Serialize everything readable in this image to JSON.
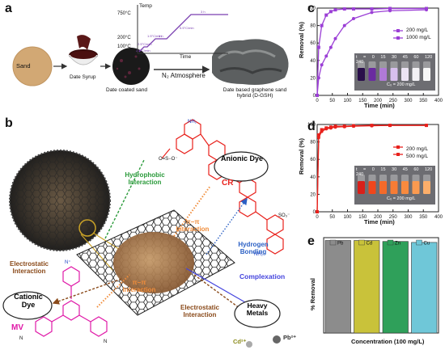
{
  "panels": {
    "a": "a",
    "b": "b",
    "c": "c",
    "d": "d",
    "e": "e"
  },
  "panel_a": {
    "sand": "Sand",
    "date_syrup": "Date Syrup",
    "date_coated_sand": "Date coated sand",
    "atmosphere": "N₂ Atmosphere",
    "product": "Date based graphene sand hybrid (D-GSH)",
    "temp_axis": "Temp",
    "time_axis": "Time",
    "temp_ticks": [
      "750°C",
      "200°C",
      "100°C"
    ],
    "ramp_labels": [
      "2.5°C/min",
      "2.5°C/min",
      "1.5°C/min",
      "1 h",
      "5.5°C/min",
      "3 h"
    ]
  },
  "panel_b": {
    "anionic_dye": "Anionic Dye",
    "cationic_dye": "Cationic Dye",
    "heavy_metals": "Heavy Metals",
    "cr": "CR",
    "mv": "MV",
    "hydrophobic": "Hydrophobic Interaction",
    "pi_pi_top": "π−π Interaction",
    "hydrogen_bonding": "Hydrogen Bonding",
    "complexation": "Complexation",
    "electrostatic_left": "Electrostatic Interaction",
    "pi_pi_bottom": "π−π Interaction",
    "electrostatic_bottom": "Electrostatic Interaction",
    "cd": "Cd²⁺",
    "pb": "Pb²⁺"
  },
  "colors": {
    "purple": "#9b3fd6",
    "red": "#e8211c",
    "hydrophobic_green": "#2a9a3a",
    "pi_orange": "#f08c3a",
    "hydrogen_blue": "#2a5fc4",
    "complexation_blue": "#4444dd",
    "electrostatic_brown": "#8a4a1a",
    "mv_magenta": "#e01aa8",
    "bar_pb": "#8c8c8c",
    "bar_cd": "#c9c23a",
    "bar_zn": "#2fa05a",
    "bar_cu": "#6fc7d8"
  },
  "chart_data": [
    {
      "id": "c",
      "type": "line",
      "xlabel": "Time (min)",
      "ylabel": "Removal (%)",
      "xlim": [
        0,
        400
      ],
      "ylim": [
        0,
        100
      ],
      "xticks": [
        0,
        50,
        100,
        150,
        200,
        250,
        300,
        350,
        400
      ],
      "yticks": [
        0,
        20,
        40,
        60,
        80,
        100
      ],
      "series": [
        {
          "name": "200 mg/L",
          "x": [
            0,
            5,
            15,
            30,
            45,
            60,
            90,
            120,
            180,
            240,
            360
          ],
          "y": [
            0,
            55,
            80,
            92,
            96,
            98,
            99,
            99,
            99,
            99.5,
            99.5
          ]
        },
        {
          "name": "1000 mg/L",
          "x": [
            0,
            5,
            15,
            30,
            45,
            60,
            90,
            120,
            180,
            240,
            360
          ],
          "y": [
            0,
            20,
            35,
            45,
            55,
            65,
            80,
            88,
            95,
            97,
            98
          ]
        }
      ],
      "inset": {
        "times": [
          "t = 0",
          "15",
          "30",
          "45",
          "60",
          "120",
          "240"
        ],
        "caption": "C₀ = 200 mg/L"
      }
    },
    {
      "id": "d",
      "type": "line",
      "xlabel": "Time (min)",
      "ylabel": "Removal (%)",
      "xlim": [
        0,
        400
      ],
      "ylim": [
        0,
        100
      ],
      "xticks": [
        0,
        50,
        100,
        150,
        200,
        250,
        300,
        350,
        400
      ],
      "yticks": [
        0,
        20,
        40,
        60,
        80,
        100
      ],
      "series": [
        {
          "name": "200 mg/L",
          "x": [
            0,
            5,
            15,
            30,
            45,
            60,
            90,
            120,
            180,
            240,
            360
          ],
          "y": [
            0,
            88,
            94,
            96,
            97,
            98,
            98,
            98.5,
            99,
            99,
            99
          ]
        },
        {
          "name": "500 mg/L",
          "x": [
            0,
            5,
            15,
            30,
            45,
            60,
            90,
            120,
            180,
            240,
            360
          ],
          "y": [
            0,
            85,
            92,
            95,
            96,
            97,
            97.5,
            98,
            98.5,
            99,
            99
          ]
        }
      ],
      "inset": {
        "times": [
          "t = 0",
          "15",
          "30",
          "45",
          "60",
          "120",
          "240"
        ],
        "caption": "C₀ = 200 mg/L"
      }
    },
    {
      "id": "e",
      "type": "bar",
      "categories": [
        "Pb",
        "Cd",
        "Zn",
        "Cu"
      ],
      "values": [
        97,
        97,
        96,
        95
      ],
      "xlabel": "Concentration (100 mg/L)",
      "ylabel": "% Removal",
      "ylim": [
        0,
        100
      ]
    }
  ]
}
